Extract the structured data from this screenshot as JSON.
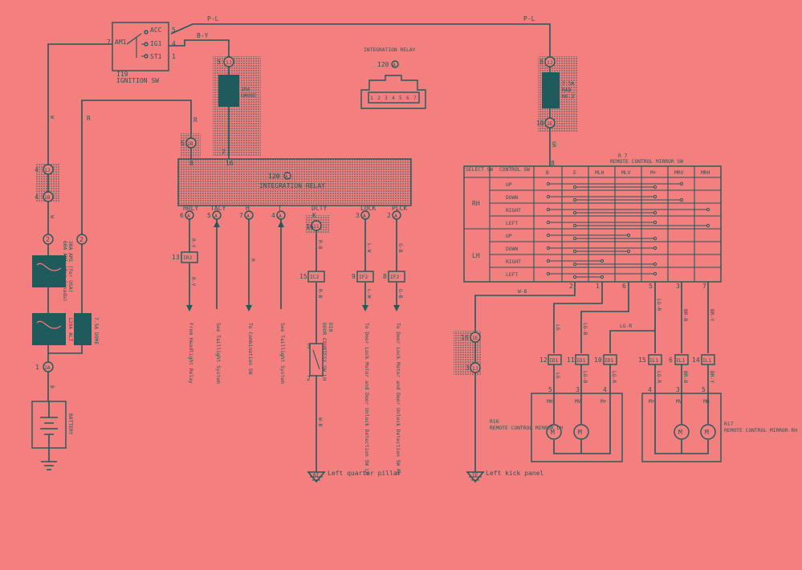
{
  "colors": {
    "background": "#f47f7f",
    "ink": "#1f5a5c"
  },
  "ignition": {
    "id": "I19",
    "name": "IGNITION SW",
    "am1": "AM1",
    "acc": "ACC",
    "ig1": "IG1",
    "st1": "ST1",
    "pin_am1": "7",
    "pin_acc": "5",
    "pin_ig1": "4",
    "pin_st1": "1"
  },
  "wires": {
    "pl_top": "P-L",
    "pl_right": "P-L",
    "by": "B-Y",
    "w1": "W",
    "w2": "W",
    "w3": "W",
    "r_top": "R",
    "r_mid": "R",
    "b_battery": "B",
    "gr": "GR",
    "ry1": "R-Y",
    "ry2": "R-Y",
    "r_tail": "R",
    "rb1": "R-B",
    "rb2": "R-B",
    "lw1": "L-W",
    "lw2": "L-W",
    "gb1": "G-B",
    "gb2": "G-B",
    "wb_gnd": "W-B",
    "wb_mirror": "W-B",
    "lg1": "LG",
    "lgb1": "LG-B",
    "lgr_mid": "LG-R",
    "lgr_vert": "LG-R",
    "brb": "BR-B",
    "bry": "BR-Y",
    "lg2": "LG",
    "lgb2": "LG-B",
    "lgr2": "LG-R",
    "lgr3": "LG-R",
    "brb2": "BR-B",
    "bry2": "BR-Y"
  },
  "fuses": {
    "gauge": "10A\nGAUGE",
    "gauge_l1": "10A",
    "gauge_l2": "GAUGE",
    "radio_l1": "7.5A",
    "radio_l2": "RAD",
    "radio_l3": "NO.2",
    "am1_label": "30A AM1 (for USA)",
    "am1_label2": "60A AM1 (for Canada)",
    "alt": "120A ALT",
    "dome": "7.5A DOME",
    "battery": "BATTERY"
  },
  "connectors": {
    "c1j": "1J",
    "c1j_pin": "5",
    "c1j_r": "1J",
    "c1j_r_pin": "8",
    "c1e_r": "1E",
    "c1e_r_pin": "10",
    "c1b": "1B",
    "c1b_pin": "6",
    "c1b_sub": "1",
    "c13_l": "1J",
    "c13_l_pin": "4",
    "c1b_l": "1B",
    "c1b_l_pin": "4",
    "c2_l": "2",
    "c2_r": "2",
    "c2a": "2A",
    "c2a_pin": "1",
    "ir2": "IR2",
    "ir2_pin": "13",
    "ic2": "IC2",
    "ic2_pin": "15",
    "if2_a": "IF2",
    "if2_a_pin": "9",
    "if2_b": "IF2",
    "if2_b_pin": "8",
    "c1e_m": "1E",
    "c1e_m_pin": "16",
    "c1j_m": "1J",
    "c1j_m_pin": "3",
    "id1_a": "ID1",
    "id1_a_pin": "12",
    "id1_b": "ID1",
    "id1_b_pin": "11",
    "id1_c": "ID1",
    "id1_c_pin": "10",
    "il1_a": "IL1",
    "il1_a_pin": "15",
    "il1_b": "IL1",
    "il1_b_pin": "6",
    "il1_c": "IL1",
    "il1_c_pin": "14"
  },
  "relay": {
    "id": "I20",
    "title": "INTEGRATION RELAY",
    "name": "INTEGRATION RELAY",
    "pin_top_left": "8",
    "pin_top_right": "16",
    "pin_7": "7",
    "hrly": "HRLY",
    "taly": "TALY",
    "h": "H",
    "t": "T",
    "dcty": "DCTY",
    "k": "K",
    "lock": "LOCK",
    "plck": "PLCK",
    "p6": "6",
    "p5": "5",
    "p7": "7",
    "p4": "4",
    "p16": "16",
    "p3": "3",
    "p2": "2",
    "pa": "A",
    "pins": [
      "1",
      "2",
      "3",
      "4",
      "5",
      "6",
      "7"
    ]
  },
  "destinations": {
    "headlight": "From Headlight Relay",
    "taillight1": "See Taillight System",
    "combination": "To Combination SW",
    "taillight2": "See Taillight System",
    "door_lh": "To Door Lock Motor and Door Unlock Detection SW LH",
    "door_rh": "To Door Lock Motor and Door Unlock Detection SW RH"
  },
  "courtesy": {
    "id": "D10",
    "name": "DOOR COURTESY SW LH",
    "pin3": "3",
    "pin2": "2"
  },
  "grounds": {
    "bi": "BI",
    "bi_label": "Left quarter pillar",
    "ie": "IE",
    "ie_label": "Left kick panel"
  },
  "mirror_sw": {
    "id": "R 7",
    "name": "REMOTE CONTROL MIRROR SW",
    "hdr_select": "SELECT SW",
    "hdr_control": "CONTROL SW",
    "cols": [
      "B",
      "E",
      "MLH",
      "MLV",
      "M+",
      "MRV",
      "MRH"
    ],
    "groups": [
      "RH",
      "LH"
    ],
    "rows": [
      "UP",
      "DOWN",
      "RIGHT",
      "LEFT",
      "UP",
      "DOWN",
      "RIGHT",
      "LEFT"
    ],
    "pins": [
      "2",
      "1",
      "6",
      "5",
      "3",
      "7"
    ],
    "pin_b": "8"
  },
  "mirror_lh": {
    "id": "R16",
    "name": "REMOTE CONTROL MIRROR LH",
    "mh": "MH",
    "mv": "MV",
    "mplus": "M+",
    "pin_mh": "5",
    "pin_mv": "3",
    "pin_mp": "4",
    "m": "M"
  },
  "mirror_rh": {
    "id": "R17",
    "name": "REMOTE CONTROL MIRROR RH",
    "mh": "MH",
    "mv": "MV",
    "mplus": "M+",
    "pin_mp": "4",
    "pin_mv": "3",
    "pin_mh": "5",
    "m": "M"
  }
}
